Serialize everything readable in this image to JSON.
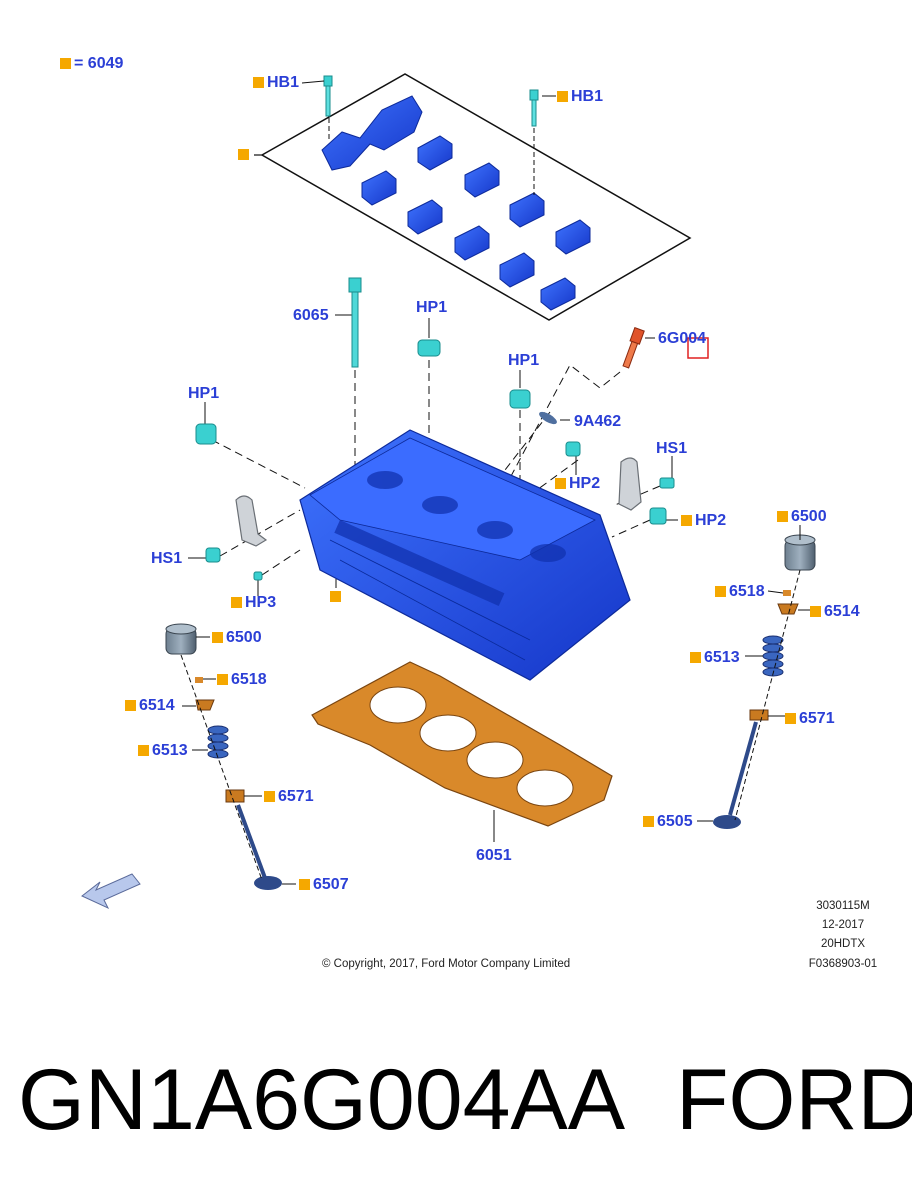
{
  "legend": {
    "marker_color": "#f5a800",
    "equals": "=",
    "code": "6049"
  },
  "labels": {
    "hb1_left": "HB1",
    "hb1_right": "HB1",
    "hp1_center": "HP1",
    "hp1_mid": "HP1",
    "hp1_left": "HP1",
    "code_6065": "6065",
    "code_6g004": "6G004",
    "code_9a462": "9A462",
    "hs1_right": "HS1",
    "hp2_a": "HP2",
    "hp2_b": "HP2",
    "hs1_left": "HS1",
    "hp3": "HP3",
    "r_6500": "6500",
    "r_6518": "6518",
    "r_6514": "6514",
    "r_6513": "6513",
    "r_6571": "6571",
    "r_6505": "6505",
    "l_6500": "6500",
    "l_6518": "6518",
    "l_6514": "6514",
    "l_6513": "6513",
    "l_6571": "6571",
    "l_6507": "6507",
    "code_6051": "6051"
  },
  "colors": {
    "label_blue": "#2b3fd6",
    "part_blue": "#1f4fe0",
    "cyan_part": "#3ad0d0",
    "gasket_orange": "#d9892a",
    "sensor_red": "#e0532a",
    "valve_navy": "#2e4a8a",
    "highlight_red": "#e02020"
  },
  "footer": {
    "copyright": "© Copyright, 2017, Ford Motor Company Limited",
    "ref1": "3030115M",
    "ref2": "12-2017",
    "ref3": "20HDTX",
    "ref4": "F0368903-01"
  },
  "caption": {
    "part_number": "GN1A6G004AA",
    "brand": "FORD"
  },
  "icons": {
    "direction_arrow": "arrow-down-left-icon"
  }
}
